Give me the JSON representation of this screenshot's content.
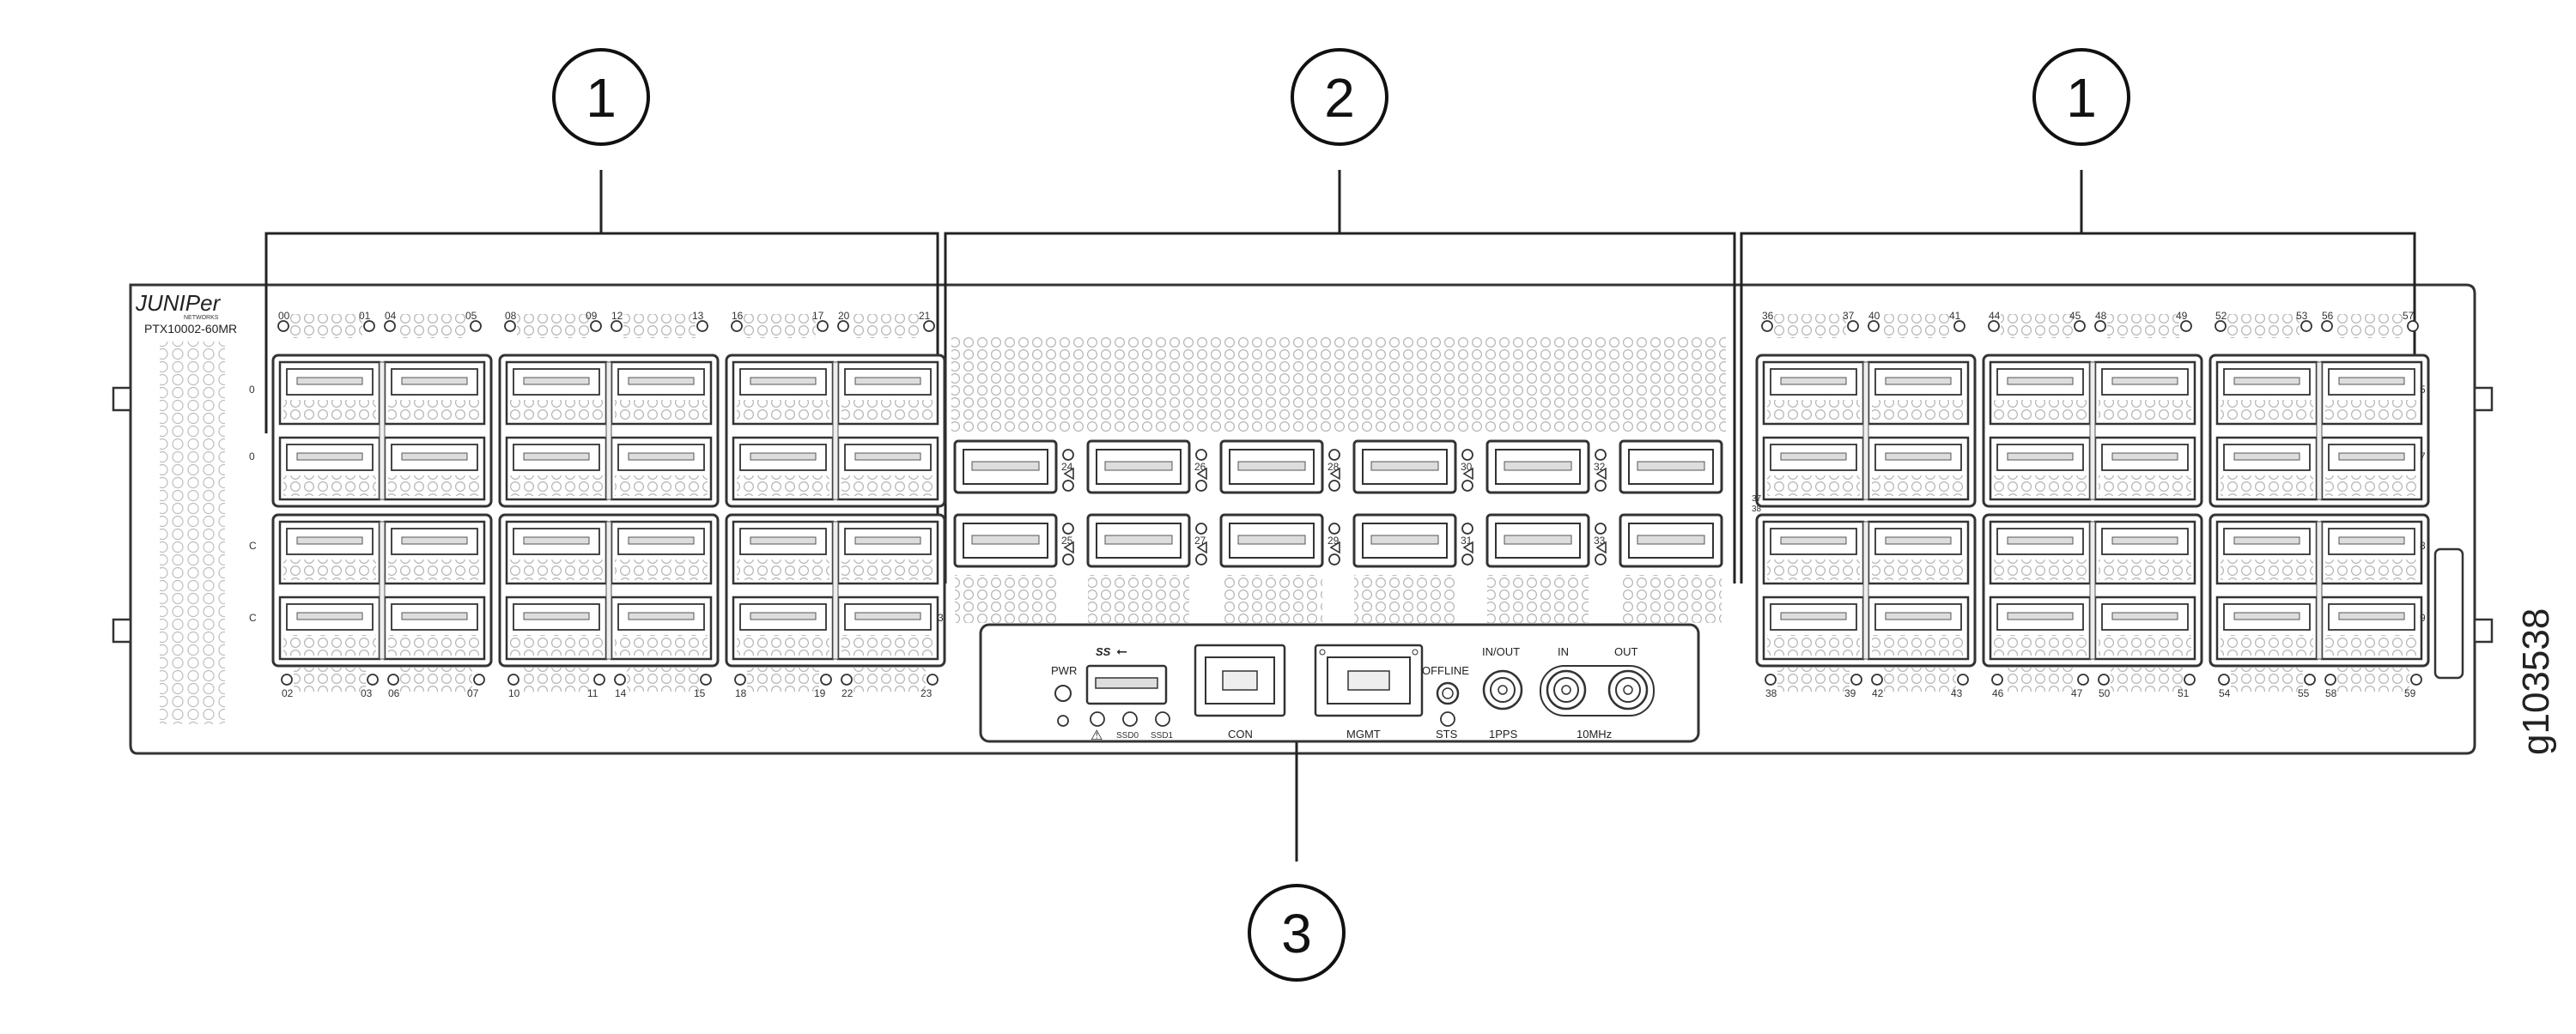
{
  "callouts": {
    "left": "1",
    "middle": "2",
    "right": "1",
    "bottom": "3"
  },
  "brand": {
    "logo": "JUNIPer",
    "sub": "NETWORKS",
    "model": "PTX10002-60MR"
  },
  "ports": {
    "left_top_labels": [
      "00",
      "01",
      "04",
      "05",
      "08",
      "09",
      "12",
      "13",
      "16",
      "17",
      "20",
      "21"
    ],
    "left_bottom_labels": [
      "02",
      "03",
      "06",
      "07",
      "10",
      "11",
      "14",
      "15",
      "18",
      "19",
      "22",
      "23"
    ],
    "mid_top_labels": [
      "24",
      "26",
      "28",
      "30",
      "32"
    ],
    "mid_bottom_labels": [
      "25",
      "27",
      "29",
      "31",
      "33"
    ],
    "right_top_labels": [
      "36",
      "37",
      "40",
      "41",
      "44",
      "45",
      "48",
      "49",
      "52",
      "53",
      "56",
      "57"
    ],
    "right_bottom_labels": [
      "38",
      "39",
      "42",
      "43",
      "46",
      "47",
      "50",
      "51",
      "54",
      "55",
      "58",
      "59"
    ],
    "right_extra_labels": [
      "37",
      "38"
    ],
    "left_edge_letters": [
      "0",
      "0",
      "C",
      "C"
    ],
    "right_edge_digits": [
      "5",
      "7",
      "8",
      "9"
    ],
    "mid_edge_digit": "3"
  },
  "panel": {
    "pwr": "PWR",
    "usb": "SS",
    "ssd0": "SSD0",
    "ssd1": "SSD1",
    "con": "CON",
    "mgmt": "MGMT",
    "offline": "OFFLINE",
    "sts": "STS",
    "inout": "IN/OUT",
    "in": "IN",
    "out": "OUT",
    "pps": "1PPS",
    "mhz": "10MHz"
  },
  "figure_id": "g103538",
  "colors": {
    "stroke": "#333333",
    "light": "#bbbbbb",
    "port_fill": "#f4f4f4"
  }
}
